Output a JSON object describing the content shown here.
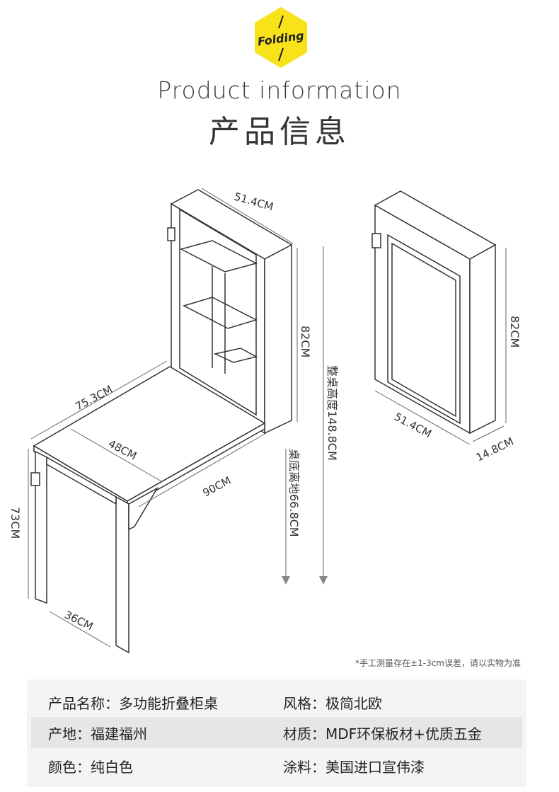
{
  "logo": {
    "text": "Folding",
    "color": "#f8e219"
  },
  "header": {
    "title_en": "Product information",
    "title_zh": "产品信息"
  },
  "dimensions": {
    "cabinet_width": "51.4CM",
    "cabinet_height_left": "82CM",
    "cabinet_height_right": "82CM",
    "cabinet_width_right": "51.4CM",
    "cabinet_depth": "14.8CM",
    "table_length": "75.3CM",
    "table_width": "48CM",
    "table_span": "90CM",
    "table_height": "73CM",
    "leg_depth": "36CM",
    "bottom_clearance": "桌底离地66.8CM",
    "total_height": "整桌高度148.8CM"
  },
  "note": "*手工测量存在±1-3cm误差，请以实物为准",
  "specs": [
    [
      "产品名称：多功能折叠柜桌",
      "风格：极简北欧"
    ],
    [
      "产地：福建福州",
      "材质：MDF环保板材+优质五金"
    ],
    [
      "颜色：纯白色",
      "涂料：美国进口宣伟漆"
    ]
  ]
}
